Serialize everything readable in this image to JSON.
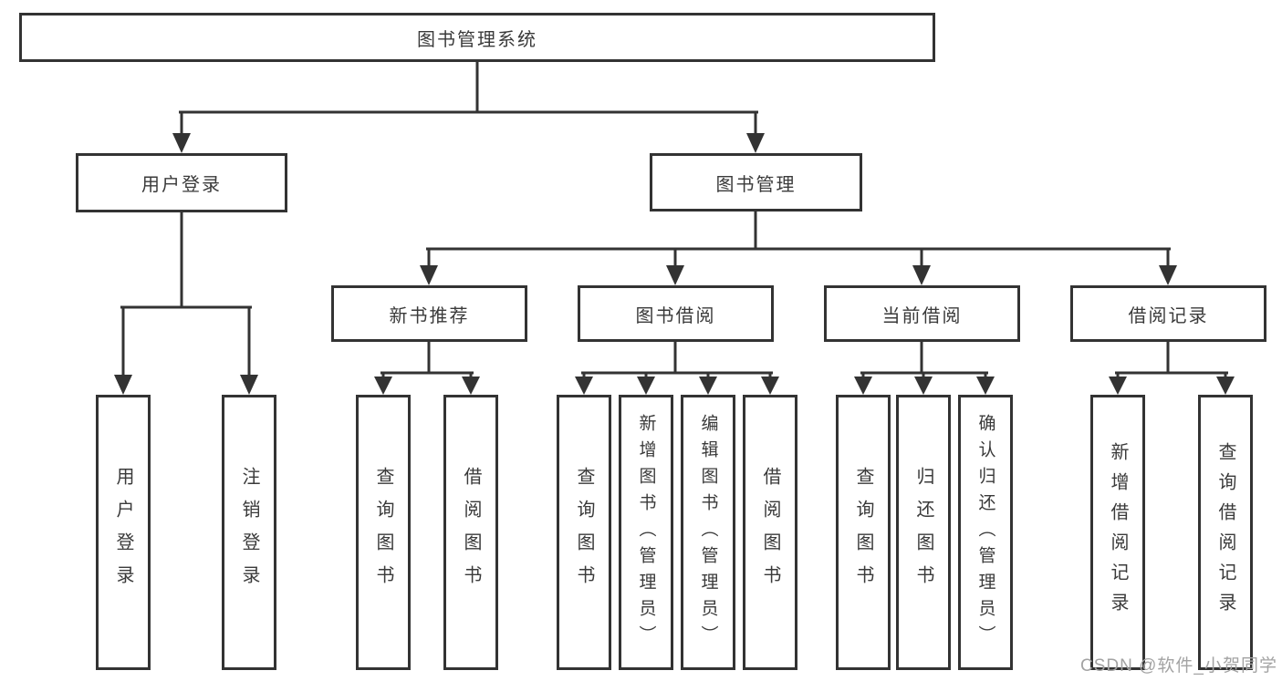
{
  "diagram": {
    "root": {
      "label": "图书管理系统"
    },
    "level2": [
      {
        "label": "用户登录"
      },
      {
        "label": "图书管理"
      }
    ],
    "level3": [
      {
        "label": "新书推荐"
      },
      {
        "label": "图书借阅"
      },
      {
        "label": "当前借阅"
      },
      {
        "label": "借阅记录"
      }
    ],
    "leaves": {
      "user_login": [
        {
          "label": "用户登录"
        },
        {
          "label": "注销登录"
        }
      ],
      "new_book": [
        {
          "label": "查询图书"
        },
        {
          "label": "借阅图书"
        }
      ],
      "book_borrow": [
        {
          "label": "查询图书"
        },
        {
          "label": "新增图书（管理员）"
        },
        {
          "label": "编辑图书（管理员）"
        },
        {
          "label": "借阅图书"
        }
      ],
      "current_borrow": [
        {
          "label": "查询图书"
        },
        {
          "label": "归还图书"
        },
        {
          "label": "确认归还（管理员）"
        }
      ],
      "borrow_records": [
        {
          "label": "新增借阅记录"
        },
        {
          "label": "查询借阅记录"
        }
      ]
    }
  },
  "watermark": {
    "text": "CSDN @软件_小贺同学"
  },
  "colors": {
    "line": "#333333",
    "text": "#3a3a3a",
    "watermark": "#a3a3a3",
    "background": "#ffffff"
  }
}
